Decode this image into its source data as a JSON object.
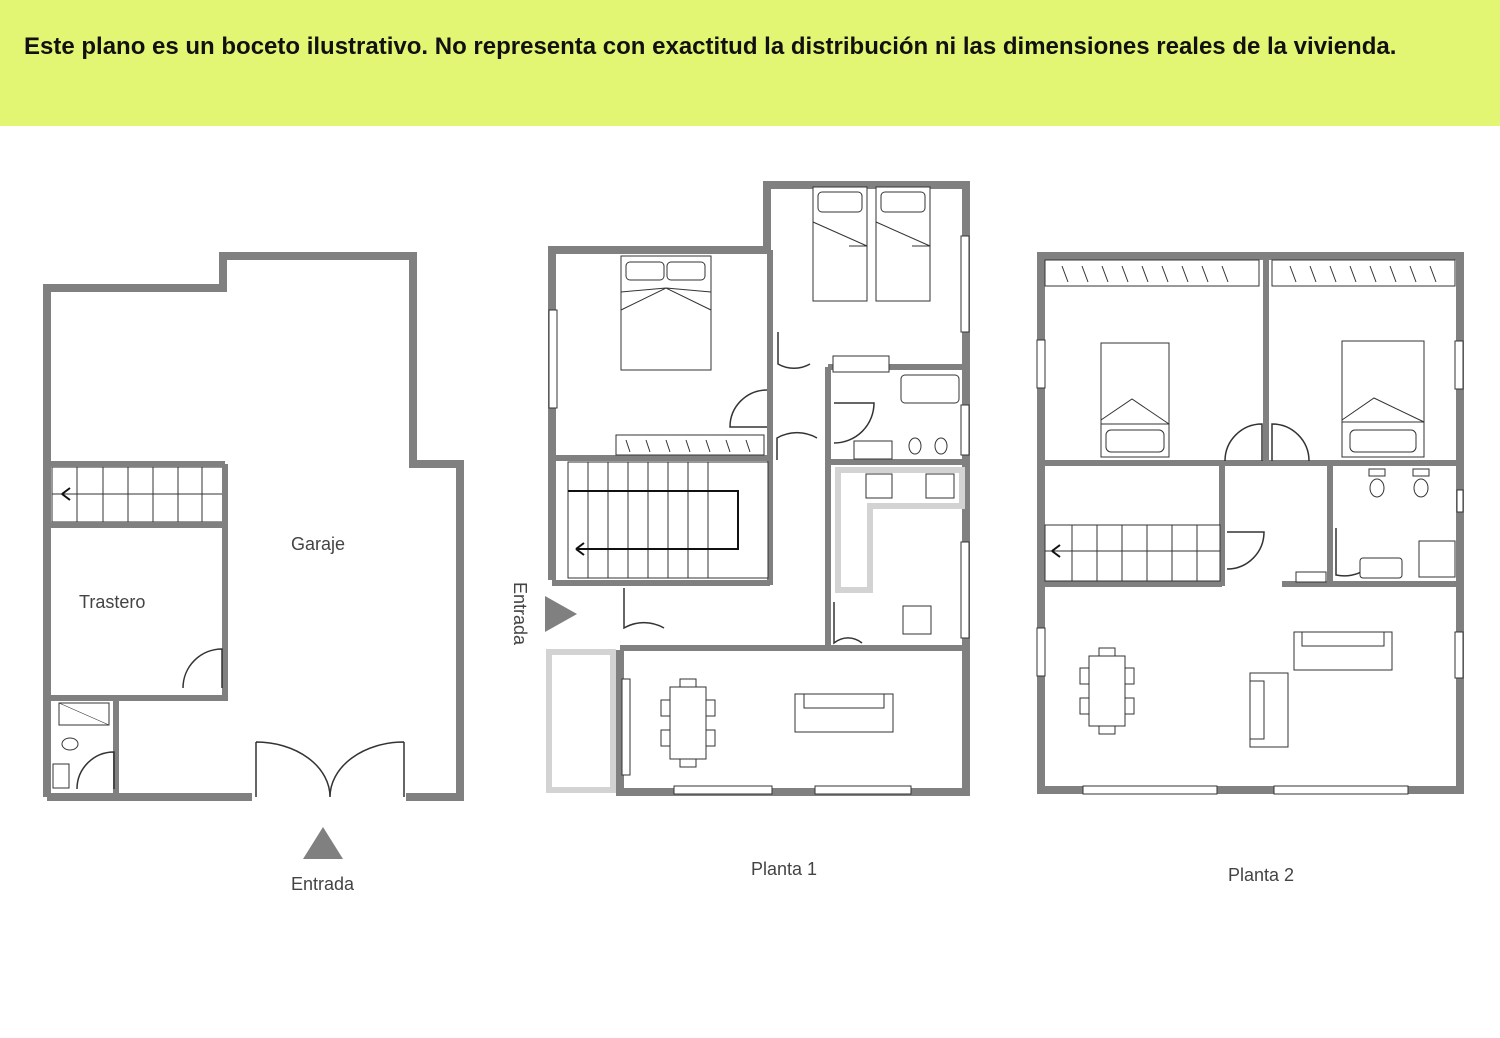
{
  "disclaimer": {
    "text": "Este plano es un boceto ilustrativo. No representa con exactitud la distribución ni las dimensiones reales de la vivienda.",
    "background": "#e3f673"
  },
  "colors": {
    "wall": "#808080",
    "fixture": "#5a5a5a",
    "light_wall": "#d3d3d3",
    "text": "#444444"
  },
  "floors": {
    "ground": {
      "room_garage": "Garaje",
      "room_storage": "Trastero",
      "entrance": "Entrada"
    },
    "planta1": {
      "title": "Planta 1",
      "entrance": "Entrada"
    },
    "planta2": {
      "title": "Planta 2"
    }
  }
}
